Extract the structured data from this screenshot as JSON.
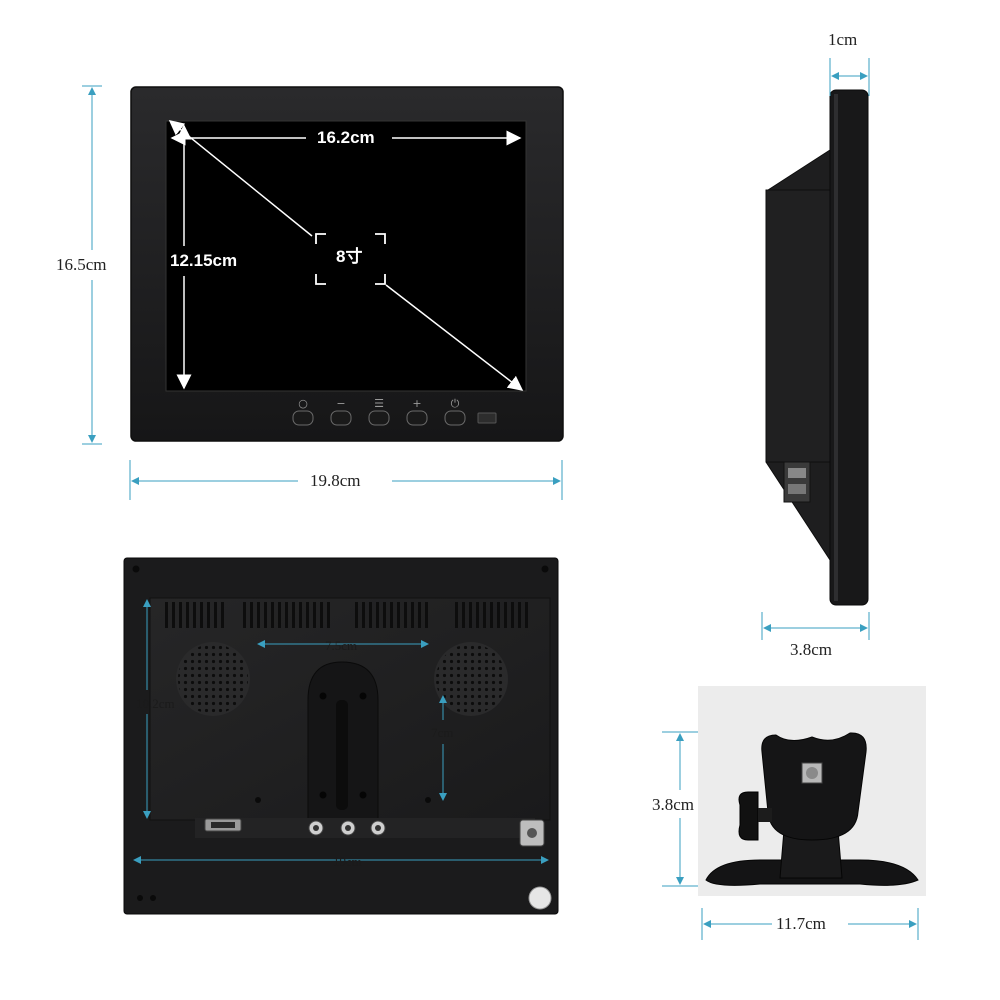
{
  "front_view": {
    "screen_width": "16.2cm",
    "screen_height": "12.15cm",
    "diagonal": "8寸",
    "overall_height": "16.5cm",
    "overall_width": "19.8cm",
    "buttons": [
      {
        "glyph": "○",
        "icon": "circle-icon"
      },
      {
        "glyph": "−",
        "icon": "minus-icon"
      },
      {
        "glyph": "☰",
        "icon": "menu-icon"
      },
      {
        "glyph": "+",
        "icon": "plus-icon"
      },
      {
        "glyph": "⏻",
        "icon": "power-icon"
      }
    ]
  },
  "side_view": {
    "bezel_depth": "1cm",
    "total_depth": "3.8cm"
  },
  "back_view": {
    "mount_spacing": "7.5cm",
    "inner_height": "10.2cm",
    "mount_height": "7cm",
    "inner_width": "19cm"
  },
  "stand_view": {
    "height": "3.8cm",
    "width": "11.7cm"
  },
  "colors": {
    "dimension_line": "#3a9fc0",
    "bezel": "#1c1c1e",
    "screen": "#000000"
  }
}
